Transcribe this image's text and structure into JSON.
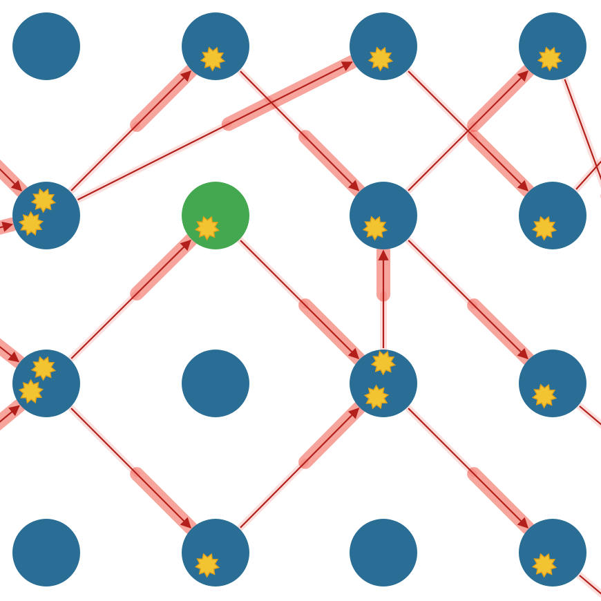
{
  "colors": {
    "background": "#ffffff",
    "node": "#2a6e96",
    "highlight_node": "#43a84f",
    "star": "#f2c431",
    "star_stroke": "#e3a21a",
    "arrow": "#b3201c",
    "arrow_glow": "#ef4a3c"
  },
  "grid": {
    "rows": 4,
    "cols": 4
  },
  "nodes": [
    {
      "id": "r0c0",
      "row": 0,
      "col": 0,
      "stars": 0,
      "highlight": false
    },
    {
      "id": "r0c1",
      "row": 0,
      "col": 1,
      "stars": 1,
      "highlight": false
    },
    {
      "id": "r0c2",
      "row": 0,
      "col": 2,
      "stars": 1,
      "highlight": false
    },
    {
      "id": "r0c3",
      "row": 0,
      "col": 3,
      "stars": 1,
      "highlight": false
    },
    {
      "id": "r1c0",
      "row": 1,
      "col": 0,
      "stars": 2,
      "highlight": false
    },
    {
      "id": "r1c1",
      "row": 1,
      "col": 1,
      "stars": 1,
      "highlight": true
    },
    {
      "id": "r1c2",
      "row": 1,
      "col": 2,
      "stars": 1,
      "highlight": false
    },
    {
      "id": "r1c3",
      "row": 1,
      "col": 3,
      "stars": 1,
      "highlight": false
    },
    {
      "id": "r2c0",
      "row": 2,
      "col": 0,
      "stars": 2,
      "highlight": false
    },
    {
      "id": "r2c1",
      "row": 2,
      "col": 1,
      "stars": 0,
      "highlight": false
    },
    {
      "id": "r2c2",
      "row": 2,
      "col": 2,
      "stars": 2,
      "highlight": false
    },
    {
      "id": "r2c3",
      "row": 2,
      "col": 3,
      "stars": 1,
      "highlight": false
    },
    {
      "id": "r3c0",
      "row": 3,
      "col": 0,
      "stars": 0,
      "highlight": false
    },
    {
      "id": "r3c1",
      "row": 3,
      "col": 1,
      "stars": 1,
      "highlight": false
    },
    {
      "id": "r3c2",
      "row": 3,
      "col": 2,
      "stars": 0,
      "highlight": false
    },
    {
      "id": "r3c3",
      "row": 3,
      "col": 3,
      "stars": 1,
      "highlight": false
    }
  ],
  "arrows": [
    {
      "from": "left-edge-r0",
      "to": "r1c0"
    },
    {
      "from": "r1c0",
      "to": "r0c1"
    },
    {
      "from": "r1c0",
      "to": "r0c2"
    },
    {
      "from": "r0c1",
      "to": "r1c2"
    },
    {
      "from": "r1c2",
      "to": "r0c3"
    },
    {
      "from": "r0c2",
      "to": "r1c3"
    },
    {
      "from": "r0c3",
      "to": "right-edge-r1"
    },
    {
      "from": "r1c3",
      "to": "right-edge-r0"
    },
    {
      "from": "left-edge-r1",
      "to": "r1c0"
    },
    {
      "from": "left-edge-r2",
      "to": "r2c0"
    },
    {
      "from": "r2c0",
      "to": "r1c1"
    },
    {
      "from": "r1c1",
      "to": "r2c2"
    },
    {
      "from": "r2c2",
      "to": "r1c2"
    },
    {
      "from": "r1c2",
      "to": "r2c3"
    },
    {
      "from": "r2c3",
      "to": "right-edge-r2"
    },
    {
      "from": "left-edge-r3",
      "to": "r2c0"
    },
    {
      "from": "r2c0",
      "to": "r3c1"
    },
    {
      "from": "r3c1",
      "to": "r2c2"
    },
    {
      "from": "r2c2",
      "to": "r3c3"
    },
    {
      "from": "r3c3",
      "to": "right-edge-r3"
    }
  ]
}
